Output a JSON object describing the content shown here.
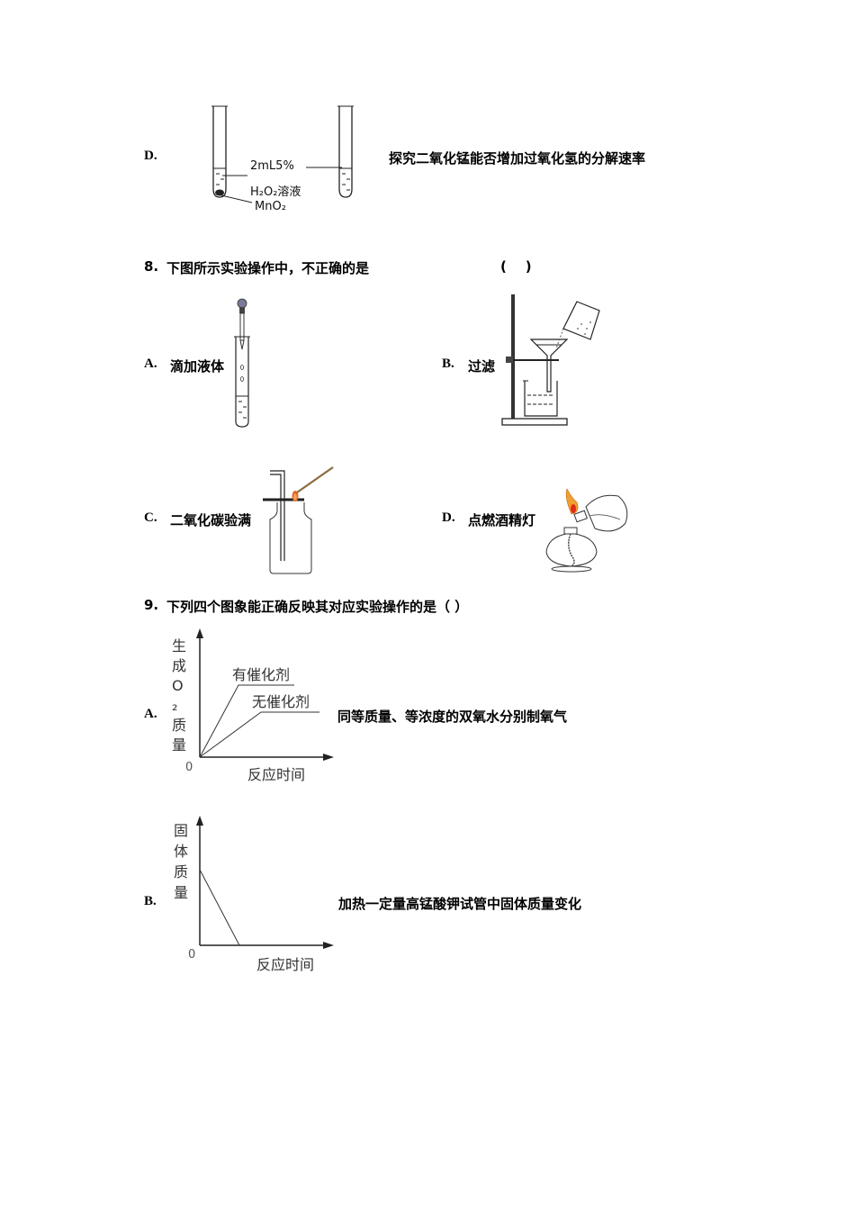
{
  "q7_option_d": {
    "letter": "D.",
    "label_volume": "2mL5%",
    "label_solution": "H₂O₂溶液",
    "label_catalyst": "MnO₂",
    "description": "探究二氧化锰能否增加过氧化氢的分解速率"
  },
  "q8": {
    "number": "8.",
    "stem": "下图所示实验操作中，不正确的是",
    "answer_blank": "(    )",
    "options": [
      {
        "letter": "A.",
        "text": "滴加液体",
        "figure": "dropper-test-tube"
      },
      {
        "letter": "B.",
        "text": "过滤",
        "figure": "filtration-apparatus"
      },
      {
        "letter": "C.",
        "text": "二氧化碳验满",
        "figure": "gas-bottle-burning-stick"
      },
      {
        "letter": "D.",
        "text": "点燃酒精灯",
        "figure": "alcohol-lamp-lighting"
      }
    ]
  },
  "q9": {
    "number": "9.",
    "stem": "下列四个图象能正确反映其对应实验操作的是（ ）",
    "options": [
      {
        "letter": "A.",
        "text": "同等质量、等浓度的双氧水分别制氧气"
      },
      {
        "letter": "B.",
        "text": "加热一定量高锰酸钾试管中固体质量变化"
      }
    ]
  },
  "chart_data": [
    {
      "type": "line",
      "title": "",
      "ylabel": "生成O₂质量",
      "xlabel": "反应时间",
      "origin_label": "0",
      "series": [
        {
          "name": "有催化剂",
          "points": [
            [
              0,
              0
            ],
            [
              0.45,
              0.8
            ],
            [
              1,
              0.8
            ]
          ]
        },
        {
          "name": "无催化剂",
          "points": [
            [
              0,
              0
            ],
            [
              0.65,
              0.55
            ],
            [
              1,
              0.55
            ]
          ]
        }
      ]
    },
    {
      "type": "line",
      "title": "",
      "ylabel": "固体质量",
      "xlabel": "反应时间",
      "origin_label": "0",
      "series": [
        {
          "name": "固体质量",
          "points": [
            [
              0,
              0.65
            ],
            [
              0.3,
              0
            ]
          ]
        }
      ]
    }
  ]
}
